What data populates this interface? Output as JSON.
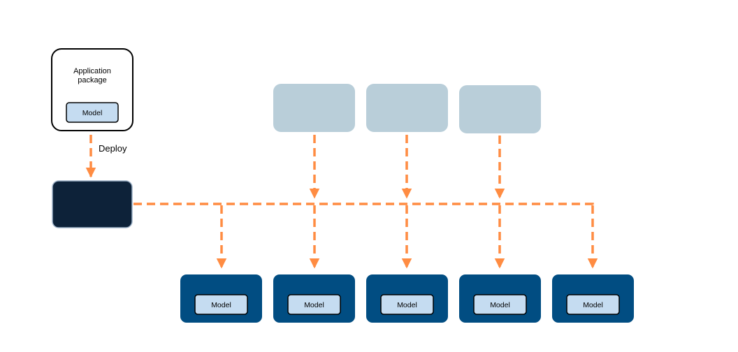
{
  "colors": {
    "arrow": "#ff8c42",
    "package_border": "#000000",
    "package_fill": "#ffffff",
    "model_fill": "#c5dcf1",
    "model_border": "#000000",
    "deploy_target_fill": "#0d2239",
    "deploy_target_border": "#9fb3c8",
    "source_fill": "#b9ced9",
    "node_fill": "#014d82"
  },
  "package": {
    "title_line1": "Application",
    "title_line2": "package",
    "model_label": "Model"
  },
  "deploy": {
    "label": "Deploy"
  },
  "sources": [
    {
      "label": ""
    },
    {
      "label": ""
    },
    {
      "label": ""
    }
  ],
  "nodes": [
    {
      "model_label": "Model"
    },
    {
      "model_label": "Model"
    },
    {
      "model_label": "Model"
    },
    {
      "model_label": "Model"
    },
    {
      "model_label": "Model"
    }
  ]
}
